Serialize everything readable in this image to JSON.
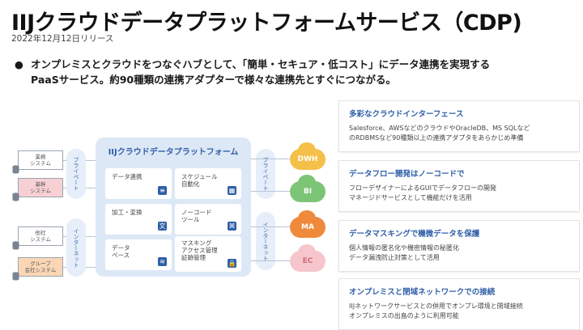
{
  "title": "IIJクラウドデータプラットフォームサービス（CDP)",
  "date": "2022年12月12日リリース",
  "bullet_line1": "オンプレミスとクラウドをつなぐハブとして、「簡単・セキュア・低コスト」にデータ連携を実現する",
  "bullet_line2": "PaaSサービス。約90種類の連携アダプターで様々な連携先とすぐにつながる。",
  "diagram": {
    "platform_title": "IIJクラウドデータプラットフォーム",
    "left_systems": [
      "業務\nシステム",
      "基幹\nシステム",
      "他社\nシステム",
      "グループ\n会社システム"
    ],
    "pill_private": "プライベート",
    "pill_internet": "インターネット",
    "cells": [
      {
        "label": "データ連携",
        "icon": "≡"
      },
      {
        "label": "スケジュール\n自動化",
        "icon": "▦"
      },
      {
        "label": "加工・変換",
        "icon": "文"
      },
      {
        "label": "ノーコード\nツール",
        "icon": "⌘"
      },
      {
        "label": "データ\nベース",
        "icon": "≋"
      },
      {
        "label": "マスキング\nアクセス管理\n証跡管理",
        "icon": "🔒"
      }
    ],
    "clouds": [
      {
        "label": "DWH",
        "color": "#f5c04a"
      },
      {
        "label": "BI",
        "color": "#7cc576"
      },
      {
        "label": "MA",
        "color": "#ef8a3c"
      },
      {
        "label": "EC",
        "color": "#f7c6cc"
      }
    ]
  },
  "features": [
    {
      "heading": "多彩なクラウドインターフェース",
      "line1": "Salesforce、AWSなどのクラウドやOracleDB、MS SQLなど",
      "line2": "のRDBMSなど90種類以上の連携アダプタをあらかじめ準備"
    },
    {
      "heading": "データフロー開発はノーコードで",
      "line1": "フローデザイナーによるGUIでデータフローの開発",
      "line2": "マネージドサービスとして機能だけを活用"
    },
    {
      "heading": "データマスキングで機微データを保護",
      "line1": "個人情報の匿名化や機密情報の秘匿化",
      "line2": "データ漏洩防止対策として活用"
    },
    {
      "heading": "オンプレミスと閉域ネットワークでの接続",
      "line1": "IIJネットワークサービスとの併用でオンプレ環境と閉域接続",
      "line2": "オンプレミスの出島のように利用可能"
    }
  ],
  "colors": {
    "accent": "#2f5fa8",
    "platform_bg": "#dde8f6"
  }
}
